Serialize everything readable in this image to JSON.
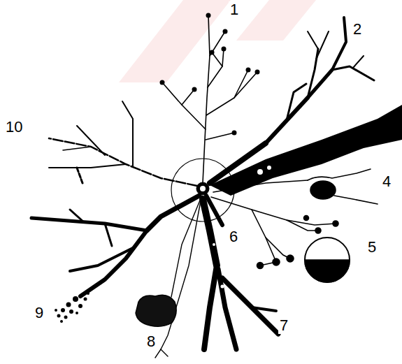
{
  "diagram": {
    "labels": [
      "1",
      "2",
      "10",
      "4",
      "5",
      "6",
      "7",
      "8",
      "9"
    ]
  }
}
